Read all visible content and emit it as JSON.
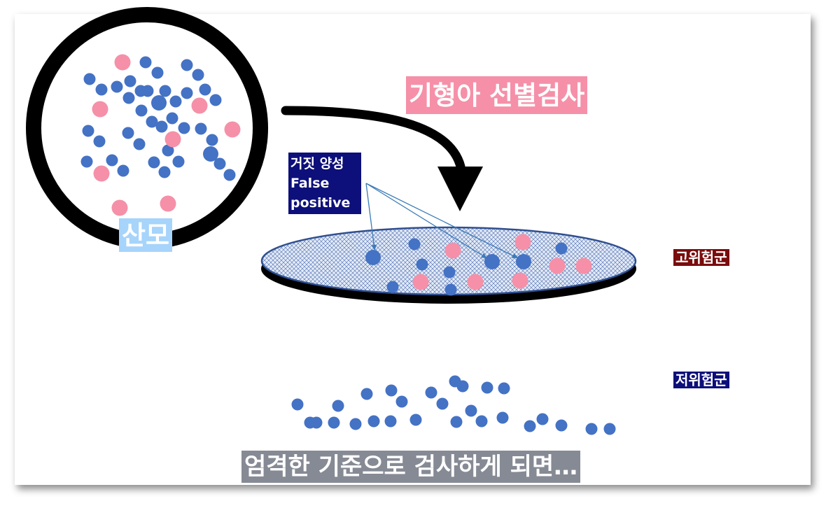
{
  "title": "기형아 선별검사",
  "mother_label": "산모",
  "false_positive": {
    "line1": "거짓 양성",
    "line2": "False",
    "line3": "positive"
  },
  "high_risk_label": "고위험군",
  "low_risk_label": "저위험군",
  "caption": "엄격한 기준으로 검사하게 되면…",
  "colors": {
    "blue_dot": "#4472c4",
    "pink_dot": "#f590a8",
    "title_bg": "#f590a8",
    "mother_bg": "#a6d4fb",
    "fp_bg": "#0d0f7a",
    "high_risk_bg": "#7a0c0c",
    "low_risk_bg": "#0d0f7a",
    "caption_bg": "#868a94",
    "dish_fill": "#dce6f5",
    "dish_rim": "#2f4f8f"
  }
}
